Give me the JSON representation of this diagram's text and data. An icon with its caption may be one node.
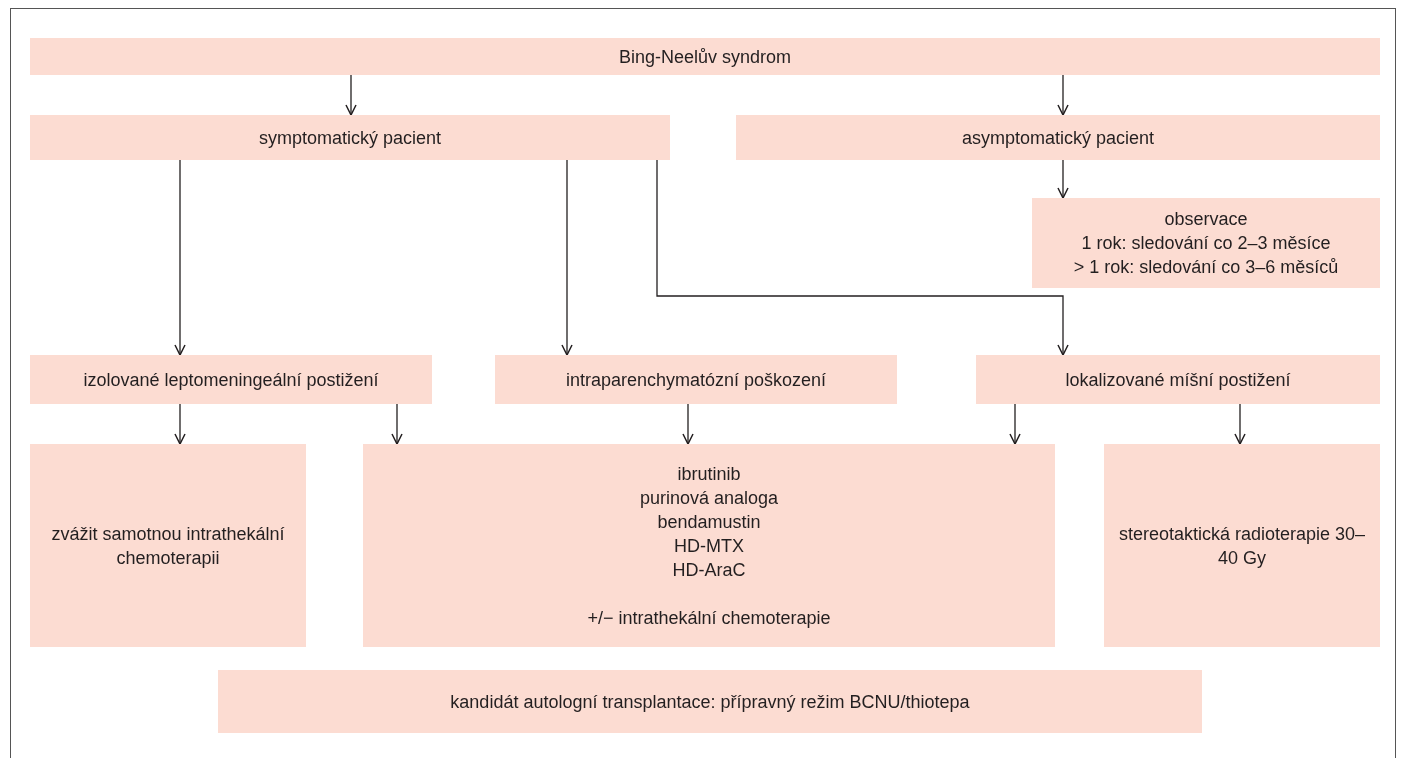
{
  "diagram": {
    "nodes": [
      {
        "text": [
          "Bing-Neelův syndrom"
        ]
      },
      {
        "text": [
          "symptomatický pacient"
        ]
      },
      {
        "text": [
          "asymptomatický pacient"
        ]
      },
      {
        "text": [
          "observace",
          "1 rok: sledování co 2–3 měsíce",
          "> 1 rok: sledování co 3–6 měsíců"
        ]
      },
      {
        "text": [
          "izolované leptomeningeální postižení"
        ]
      },
      {
        "text": [
          "intraparenchymatózní poškození"
        ]
      },
      {
        "text": [
          "lokalizované míšní postižení"
        ]
      },
      {
        "text": [
          "zvážit samotnou intrathekální chemoterapii"
        ]
      },
      {
        "text": [
          "ibrutinib",
          "purinová analoga",
          "bendamustin",
          "HD-MTX",
          "HD-AraC",
          "+/− intrathekální chemoterapie"
        ]
      },
      {
        "text": [
          "stereotaktická radioterapie 30–40 Gy"
        ]
      },
      {
        "text": [
          "kandidát autologní transplantace: přípravný režim BCNU/thiotepa"
        ]
      }
    ],
    "edges": [
      {
        "from": 0,
        "to": 1,
        "arrow": "to"
      },
      {
        "from": 0,
        "to": 2,
        "arrow": "to"
      },
      {
        "from": 2,
        "to": 3,
        "arrow": "to"
      },
      {
        "from": 1,
        "to": 4,
        "arrow": "to"
      },
      {
        "from": 1,
        "to": 5,
        "arrow": "to"
      },
      {
        "from": 1,
        "to": 6,
        "arrow": "to"
      },
      {
        "from": 4,
        "to": 7,
        "arrow": "to"
      },
      {
        "from": 4,
        "to": 8,
        "arrow": "to"
      },
      {
        "from": 5,
        "to": 8,
        "arrow": "to"
      },
      {
        "from": 6,
        "to": 8,
        "arrow": "to"
      },
      {
        "from": 6,
        "to": 9,
        "arrow": "to"
      }
    ]
  }
}
